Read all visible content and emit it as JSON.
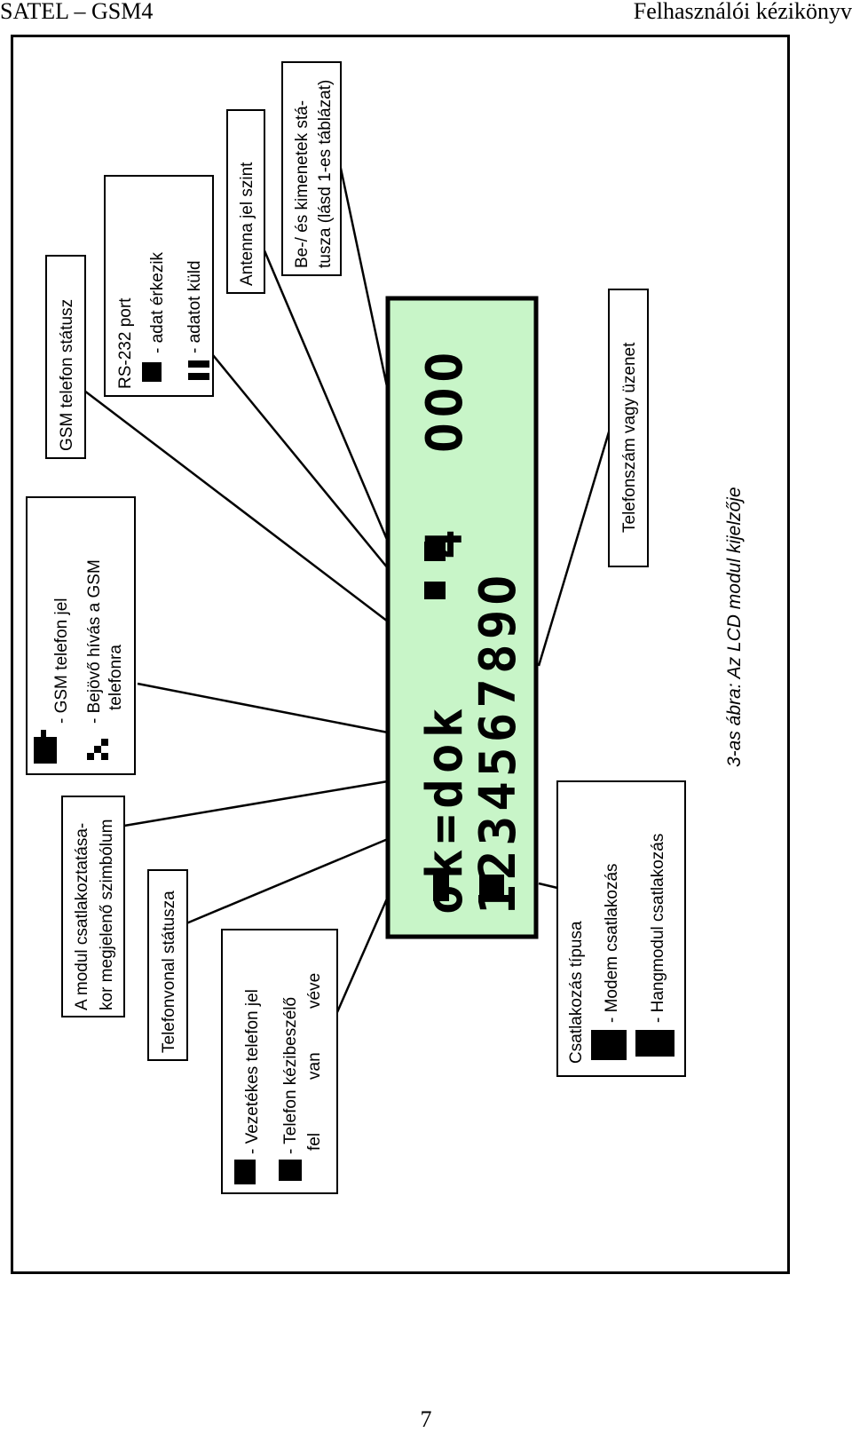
{
  "header": {
    "left": "SATEL – GSM4",
    "right": "Felhasználói kézikönyv"
  },
  "page_number": "7",
  "caption": "3-as ábra: Az LCD modul kijelzője",
  "lcd": {
    "line1": "ok=dok",
    "line1_right": "4",
    "line1_end": "OOO",
    "line2": "123456789O",
    "background": "#c8f5c8"
  },
  "boxes": {
    "gsm_signal": {
      "lines": [
        "- GSM telefon jel",
        "- Bejövő hívás a GSM",
        "telefonra"
      ]
    },
    "gsm_status": {
      "text": "GSM telefon státusz"
    },
    "rs232": {
      "lines": [
        "RS-232 port",
        "- adat érkezik",
        "- adatot küld"
      ]
    },
    "antenna": {
      "text": "Antenna jel szint"
    },
    "io_status": {
      "lines": [
        "Be-/ és kimenetek stá-",
        "tusza (lásd 1-es táblázat)"
      ]
    },
    "connect_symbol": {
      "lines": [
        "A modul csatlakoztatása-",
        "kor megjelenő szimbólum"
      ]
    },
    "line_status": {
      "text": "Telefonvonal státusza"
    },
    "wired_phone": {
      "lines": [
        "- Vezetékes telefon jel",
        "- Telefon kézibeszélő",
        "fel",
        "van",
        "véve"
      ]
    },
    "phone_number": {
      "text": "Telefonszám vagy üzenet"
    },
    "connection_type": {
      "lines": [
        "Csatlakozás típusa",
        "- Modem csatlakozás",
        "- Hangmodul csatlakozás"
      ]
    }
  }
}
